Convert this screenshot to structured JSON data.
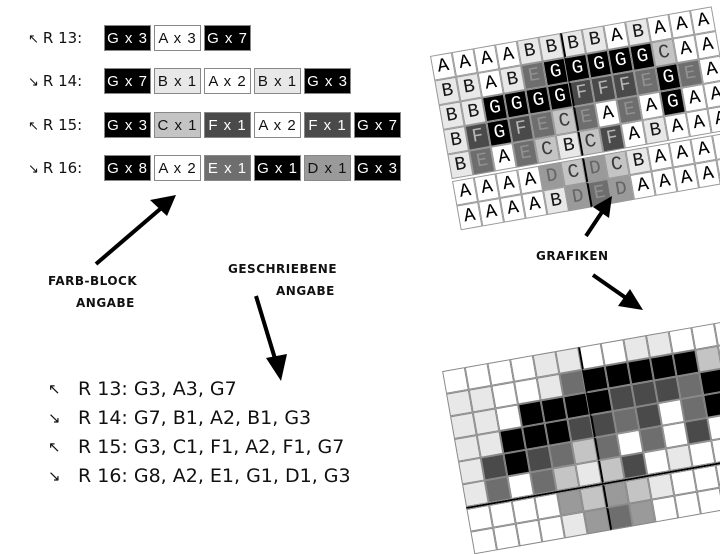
{
  "palette": {
    "A": "#ffffff",
    "B": "#e8e8e8",
    "C": "#c4c4c4",
    "D": "#9a9a9a",
    "E": "#6e6e6e",
    "F": "#4a4a4a",
    "G": "#000000"
  },
  "text_on": {
    "A": "#111111",
    "B": "#111111",
    "C": "#111111",
    "D": "#111111",
    "E": "#ffffff",
    "F": "#ffffff",
    "G": "#ffffff"
  },
  "block_rows": [
    {
      "arrow": "↖",
      "label": "R 13:",
      "blocks": [
        {
          "color": "G",
          "text": "G x 3"
        },
        {
          "color": "A",
          "text": "A x 3"
        },
        {
          "color": "G",
          "text": "G x 7"
        }
      ]
    },
    {
      "arrow": "↘",
      "label": "R 14:",
      "blocks": [
        {
          "color": "G",
          "text": "G x 7"
        },
        {
          "color": "B",
          "text": "B x 1"
        },
        {
          "color": "A",
          "text": "A x 2"
        },
        {
          "color": "B",
          "text": "B x 1"
        },
        {
          "color": "G",
          "text": "G x 3"
        }
      ]
    },
    {
      "arrow": "↖",
      "label": "R 15:",
      "blocks": [
        {
          "color": "G",
          "text": "G x 3"
        },
        {
          "color": "C",
          "text": "C x 1"
        },
        {
          "color": "F",
          "text": "F x 1"
        },
        {
          "color": "A",
          "text": "A x 2"
        },
        {
          "color": "F",
          "text": "F x 1"
        },
        {
          "color": "G",
          "text": "G x 7"
        }
      ]
    },
    {
      "arrow": "↘",
      "label": "R 16:",
      "blocks": [
        {
          "color": "G",
          "text": "G x 8"
        },
        {
          "color": "A",
          "text": "A x 2"
        },
        {
          "color": "E",
          "text": "E x 1"
        },
        {
          "color": "G",
          "text": "G x 1"
        },
        {
          "color": "D",
          "text": "D x 1"
        },
        {
          "color": "G",
          "text": "G x 3"
        }
      ]
    }
  ],
  "labels": {
    "farb_block_1": "FARB-BLOCK",
    "farb_block_2": "ANGABE",
    "geschriebene_1": "GESCHRIEBENE",
    "geschriebene_2": "ANGABE",
    "grafiken": "GRAFIKEN"
  },
  "written_rows": [
    {
      "arrow": "↖",
      "text": "R 13: G3, A3, G7"
    },
    {
      "arrow": "↘",
      "text": "R 14: G7, B1, A2, B1, G3"
    },
    {
      "arrow": "↖",
      "text": "R 15: G3, C1, F1, A2, F1, G7"
    },
    {
      "arrow": "↘",
      "text": "R 16: G8, A2, E1, G1, D1, G3"
    }
  ],
  "letter_grid": [
    "AAAABBBBABAAA",
    "BBABEGGGGGCAA",
    "BBGGGGFFFEGEA",
    "BFGFECEAEAGAA",
    "BEAECBCFABAAA",
    "AAAADCDCBAAAA",
    "AAAABDEDAAAAA"
  ],
  "color_grid": [
    "AAAABBAABBAAAB",
    "BBAABEGGGGGCAE",
    "BBAGGGGFFFEGAA",
    "BBGGGFFEFAEGAA",
    "BFGFECEAEAFAAB",
    "BEAECBCFABAAAA",
    "AAAADCDCBAAAAA",
    "AAAABDEDAAAAAA"
  ]
}
